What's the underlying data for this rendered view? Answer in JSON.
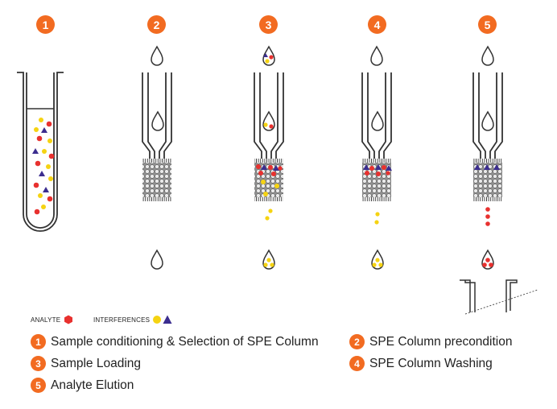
{
  "steps": [
    {
      "number": "1",
      "label": "Sample conditioning & Selection of SPE Column"
    },
    {
      "number": "2",
      "label": "SPE Column precondition"
    },
    {
      "number": "3",
      "label": "Sample Loading"
    },
    {
      "number": "4",
      "label": "SPE Column Washing"
    },
    {
      "number": "5",
      "label": "Analyte Elution"
    }
  ],
  "legend": {
    "analyte_label": "ANALYTE",
    "interferences_label": "INTERFERENCES"
  },
  "colors": {
    "accent": "#f26b21",
    "analyte": "#e8312f",
    "interference_circle": "#f5d312",
    "interference_triangle": "#3b2d8f",
    "outline": "#333333"
  }
}
